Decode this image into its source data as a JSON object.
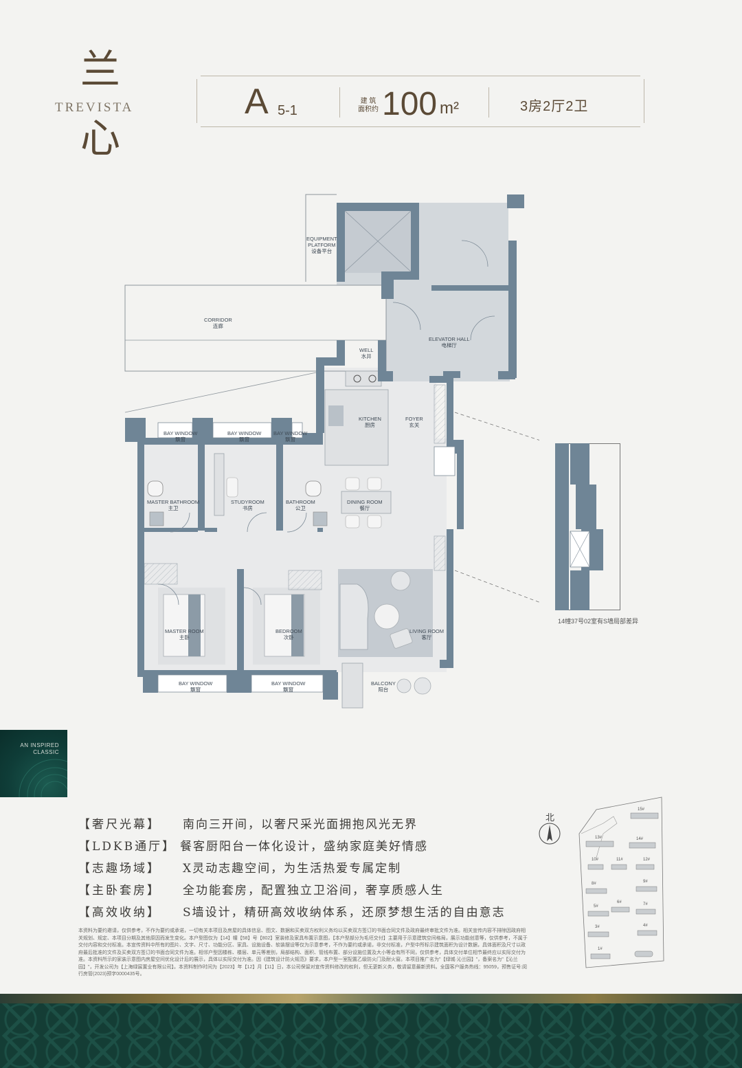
{
  "brand": {
    "char_top": "兰",
    "name_en": "TREVISTA",
    "char_bottom": "心"
  },
  "header": {
    "unit_letter": "A",
    "unit_sub": "5-1",
    "area_label_line1": "建 筑",
    "area_label_line2": "面积约",
    "area_value": "100",
    "area_unit": "m²",
    "rooms": "3房2厅2卫"
  },
  "plan": {
    "labels": {
      "equipment": [
        "EQUIPMENT",
        "PLATFORM",
        "设备平台"
      ],
      "corridor": [
        "CORRIDOR",
        "连廊"
      ],
      "elevator_hall": [
        "ELEVATOR HALL",
        "电梯厅"
      ],
      "well": [
        "WELL",
        "水井"
      ],
      "kitchen": [
        "KITCHEN",
        "厨房"
      ],
      "foyer": [
        "FOYER",
        "玄关"
      ],
      "bay1": [
        "BAY WINDOW",
        "飘窗"
      ],
      "bay2": [
        "BAY WINDOW",
        "飘窗"
      ],
      "bay3": [
        "BAY WINDOW",
        "飘窗"
      ],
      "master_bath": [
        "MASTER BATHROOM",
        "主卫"
      ],
      "study": [
        "STUDYROOM",
        "书房"
      ],
      "bathroom": [
        "BATHROOM",
        "公卫"
      ],
      "dining": [
        "DINING ROOM",
        "餐厅"
      ],
      "master_room": [
        "MASTER ROOM",
        "主卧"
      ],
      "bedroom": [
        "BEDROOM",
        "次卧"
      ],
      "living": [
        "LIVING ROOM",
        "客厅"
      ],
      "bay4": [
        "BAY WINDOW",
        "飘窗"
      ],
      "bay5": [
        "BAY WINDOW",
        "飘窗"
      ],
      "balcony": [
        "BALCONY",
        "阳台"
      ]
    },
    "inset_caption": "14幢37号02室有S墙局部差异"
  },
  "badge": {
    "line1": "AN INSPIRED",
    "line2": "CLASSIC"
  },
  "features": [
    {
      "title": "【奢尺光幕】",
      "desc": "南向三开间，以奢尺采光面拥抱风光无界"
    },
    {
      "title": "【LDKB通厅】",
      "desc": "餐客厨阳台一体化设计，盛纳家庭美好情感"
    },
    {
      "title": "【志趣场域】",
      "desc": "X灵动志趣空间，为生活热爱专属定制"
    },
    {
      "title": "【主卧套房】",
      "desc": "全功能套房，配置独立卫浴间，奢享质感人生"
    },
    {
      "title": "【高效收纳】",
      "desc": "S墙设计，精研高效收纳体系，还原梦想生活的自由意志"
    }
  ],
  "disclaimer": "本资料为要约邀请，仅供参考，不作为要约或承诺，一切有关本项目及房屋的具体信息、图文、数据和买卖双方权利义务均以买卖双方签订的书面合同文件及政府最终审批文件为准。相关宣传内容不排除因政府相关规划、规定、本项目分期及其他原因而发生变化。本户型图仅为【14】幢【58】号【802】室装修及家具布置示意图，【本户型部分为毛坯交付】主要用于示意建筑空间格局，展示功能创意等，仅供参考，不属于交付内容和交付标准。本宣传资料中所有的图片、文字、尺寸、功能分区、家具、设施设备、软装摆设等仅为示意参考，不作为要约或承诺，非交付标准，户型中所标示建筑面积为设计数据，具体面积及尺寸以政府最后批准的文件及买卖双方签订的书面合同文件为准。相邻户型因楼栋、楼层、单元等差别，局部结构、面积、管线布置、部分设施位置及大小等会有所不同，仅供参考，具体交付单位相节最终应以实际交付为准。本资料所示的家装示意图内房屋空间优化设计后的展示，具体以实际交付为准。因《建筑设计防火规范》要求，本户型一室配置乙级防火门及耐火窗。本项目推广名为\"【绿城·沁兰园】\"，备案名为\"【沁兰园】\"，开发公司为【上海绿宸置业有限公司】。本资料制作时间为【2023】年【12】月【11】日，本公司保留对宣传资料修改的权利，但无更新义务，敬请留意最新资料。全国客户服务热线：95059，预售证号:闵行房管(2023)预字0000435号。",
  "site_map": {
    "north": "北",
    "buildings": [
      "15#",
      "13#",
      "14#",
      "10#",
      "11#",
      "12#",
      "8#",
      "9#",
      "5#",
      "6#",
      "7#",
      "3#",
      "4#",
      "1#"
    ]
  },
  "colors": {
    "background": "#f3f3f1",
    "wall": "#6f8596",
    "floor": "#e9eaeb",
    "shade": "#c5cbd1",
    "brand_brown": "#5b4a36",
    "badge_green": "#0f3d38",
    "footer_green": "#143d35"
  }
}
